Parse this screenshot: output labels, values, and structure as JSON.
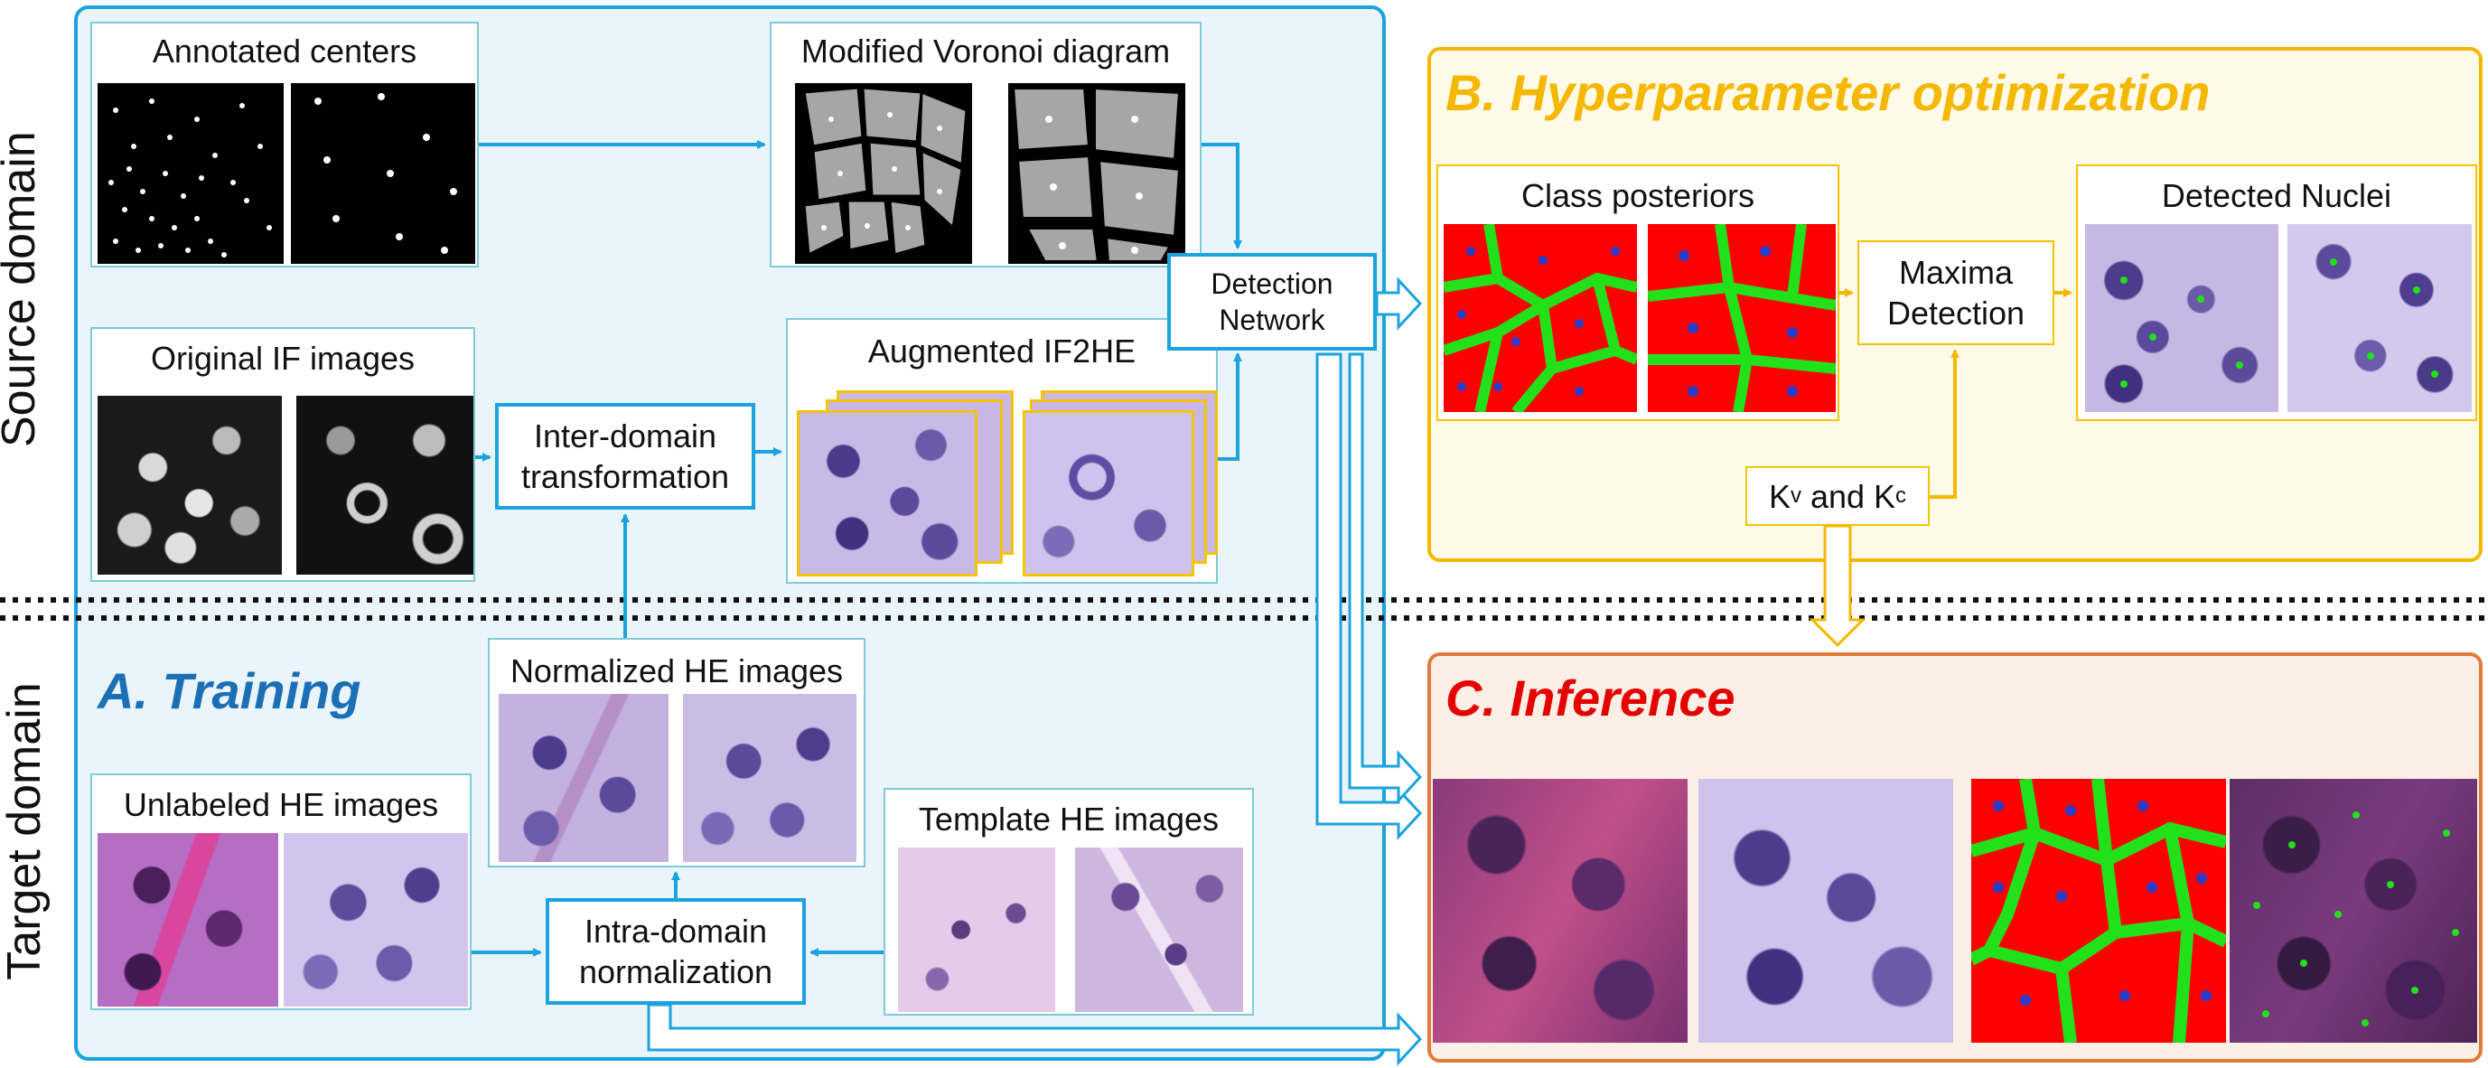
{
  "colors": {
    "training_border": "#1aa3dd",
    "training_fill": "#eaf4fb",
    "training_title": "#1b6fb5",
    "hyper_border": "#f5b800",
    "hyper_fill": "#fffbe8",
    "hyper_title": "#f5b800",
    "inference_border": "#e07b39",
    "inference_fill": "#fcefe6",
    "inference_title": "#e50000",
    "subpanel_border": "#7fcad8",
    "arrow": "#1aa3dd",
    "orange_arrow": "#f5b800"
  },
  "side_labels": {
    "source": "Source domain",
    "target": "Target domain"
  },
  "training": {
    "title": "A. Training",
    "annotated_centers": "Annotated centers",
    "voronoi": "Modified Voronoi diagram",
    "original_if": "Original IF images",
    "augmented": "Augmented IF2HE",
    "inter_domain_l1": "Inter-domain",
    "inter_domain_l2": "transformation",
    "detection_l1": "Detection",
    "detection_l2": "Network",
    "normalized": "Normalized HE images",
    "unlabeled": "Unlabeled HE images",
    "template": "Template HE images",
    "intra_l1": "Intra-domain",
    "intra_l2": "normalization"
  },
  "hyper": {
    "title": "B. Hyperparameter optimization",
    "class_posteriors": "Class posteriors",
    "maxima_l1": "Maxima",
    "maxima_l2": "Detection",
    "detected": "Detected Nuclei",
    "k_pre": "K",
    "k_v": "v",
    "k_and": " and K",
    "k_c": "c"
  },
  "inference": {
    "title": "C. Inference"
  }
}
